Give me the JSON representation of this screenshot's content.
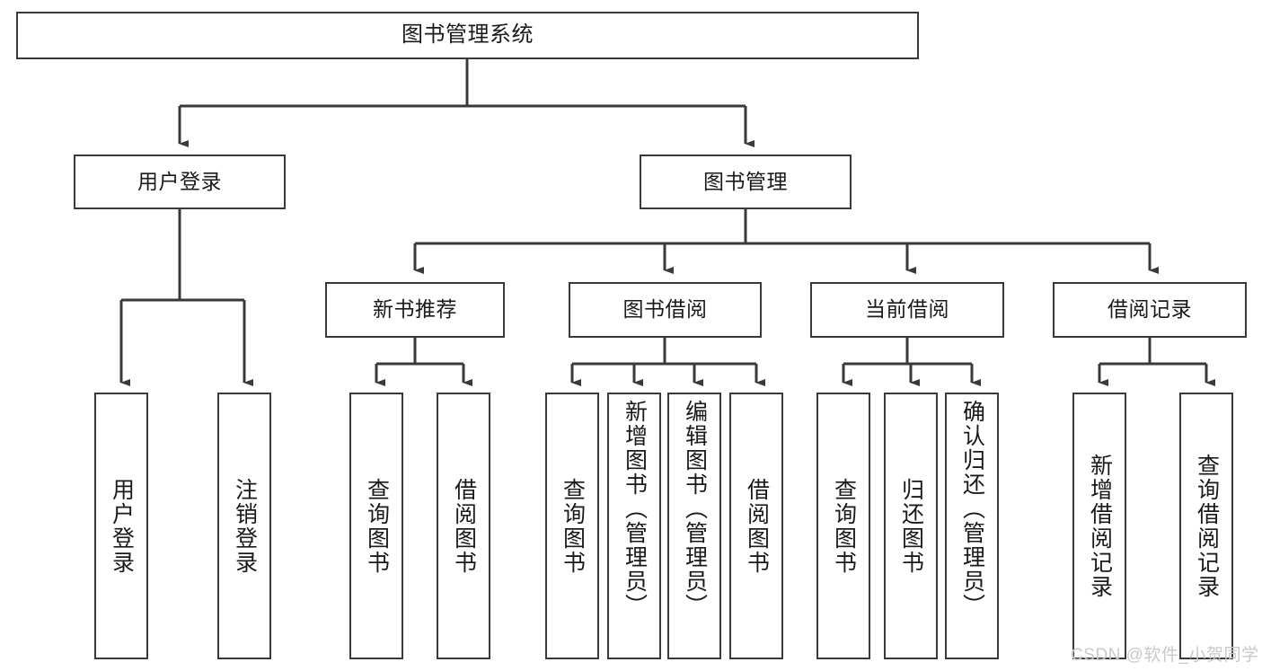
{
  "diagram": {
    "title": "图书管理系统",
    "type": "hierarchy-tree",
    "levels": 4,
    "root": {
      "id": "root",
      "label": "图书管理系统"
    },
    "level2": [
      {
        "id": "user-login",
        "label": "用户登录"
      },
      {
        "id": "book-manage",
        "label": "图书管理"
      }
    ],
    "level3": [
      {
        "id": "new-book-rec",
        "label": "新书推荐",
        "parent": "book-manage"
      },
      {
        "id": "book-borrow",
        "label": "图书借阅",
        "parent": "book-manage"
      },
      {
        "id": "current-borrow",
        "label": "当前借阅",
        "parent": "book-manage"
      },
      {
        "id": "borrow-record",
        "label": "借阅记录",
        "parent": "book-manage"
      }
    ],
    "leaves": [
      {
        "id": "leaf-user-login",
        "label": "用户登录",
        "parent": "user-login"
      },
      {
        "id": "leaf-logout",
        "label": "注销登录",
        "parent": "user-login"
      },
      {
        "id": "leaf-query-book-1",
        "label": "查询图书",
        "parent": "new-book-rec"
      },
      {
        "id": "leaf-borrow-book-1",
        "label": "借阅图书",
        "parent": "new-book-rec"
      },
      {
        "id": "leaf-query-book-2",
        "label": "查询图书",
        "parent": "book-borrow"
      },
      {
        "id": "leaf-add-book",
        "label": "新增图书（管理员）",
        "parent": "book-borrow"
      },
      {
        "id": "leaf-edit-book",
        "label": "编辑图书（管理员）",
        "parent": "book-borrow"
      },
      {
        "id": "leaf-borrow-book-2",
        "label": "借阅图书",
        "parent": "book-borrow"
      },
      {
        "id": "leaf-query-book-3",
        "label": "查询图书",
        "parent": "current-borrow"
      },
      {
        "id": "leaf-return-book",
        "label": "归还图书",
        "parent": "current-borrow"
      },
      {
        "id": "leaf-confirm-return",
        "label": "确认归还（管理员）",
        "parent": "current-borrow"
      },
      {
        "id": "leaf-add-record",
        "label": "新增借阅记录",
        "parent": "borrow-record"
      },
      {
        "id": "leaf-query-record",
        "label": "查询借阅记录",
        "parent": "borrow-record"
      }
    ],
    "colors": {
      "stroke": "#3a3a3a",
      "background": "#ffffff",
      "text": "#1a1a1a",
      "watermark": "#c9c9c9"
    }
  },
  "watermark": {
    "text": "CSDN @软件_小贺同学"
  }
}
